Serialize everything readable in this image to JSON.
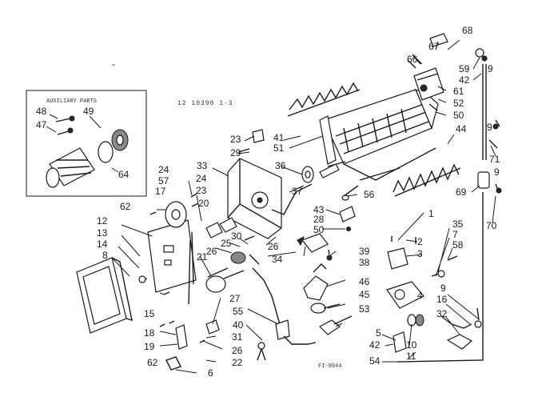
{
  "diagram": {
    "header_code": "12 10390 1-3",
    "inset_title": "AUXILIARY PARTS",
    "figure_code": "FI-9944",
    "stray_mark": "-",
    "callouts": [
      {
        "id": "c48",
        "text": "48"
      },
      {
        "id": "c49",
        "text": "49"
      },
      {
        "id": "c47",
        "text": "47"
      },
      {
        "id": "c64",
        "text": "64"
      },
      {
        "id": "c41",
        "text": "41"
      },
      {
        "id": "c51",
        "text": "51"
      },
      {
        "id": "c23a",
        "text": "23"
      },
      {
        "id": "c29",
        "text": "29"
      },
      {
        "id": "c33",
        "text": "33"
      },
      {
        "id": "c36",
        "text": "36"
      },
      {
        "id": "c24a",
        "text": "24"
      },
      {
        "id": "c57",
        "text": "57"
      },
      {
        "id": "c17",
        "text": "17"
      },
      {
        "id": "c24b",
        "text": "24"
      },
      {
        "id": "c23b",
        "text": "23"
      },
      {
        "id": "c20",
        "text": "20"
      },
      {
        "id": "c62a",
        "text": "62"
      },
      {
        "id": "c12",
        "text": "12"
      },
      {
        "id": "c13",
        "text": "13"
      },
      {
        "id": "c14",
        "text": "14"
      },
      {
        "id": "c8",
        "text": "8"
      },
      {
        "id": "c21",
        "text": "21"
      },
      {
        "id": "c26a",
        "text": "26"
      },
      {
        "id": "c25",
        "text": "25"
      },
      {
        "id": "c30",
        "text": "30"
      },
      {
        "id": "c26b",
        "text": "26"
      },
      {
        "id": "c37",
        "text": "37"
      },
      {
        "id": "c43",
        "text": "43"
      },
      {
        "id": "c28",
        "text": "28"
      },
      {
        "id": "c50a",
        "text": "50"
      },
      {
        "id": "c56",
        "text": "56"
      },
      {
        "id": "c39",
        "text": "39"
      },
      {
        "id": "c38",
        "text": "38"
      },
      {
        "id": "c34",
        "text": "34"
      },
      {
        "id": "c46",
        "text": "46"
      },
      {
        "id": "c45",
        "text": "45"
      },
      {
        "id": "c53",
        "text": "53"
      },
      {
        "id": "c15",
        "text": "15"
      },
      {
        "id": "c18",
        "text": "18"
      },
      {
        "id": "c19",
        "text": "19"
      },
      {
        "id": "c27",
        "text": "27"
      },
      {
        "id": "c55",
        "text": "55"
      },
      {
        "id": "c40",
        "text": "40"
      },
      {
        "id": "c31",
        "text": "31"
      },
      {
        "id": "c26c",
        "text": "26"
      },
      {
        "id": "c22",
        "text": "22"
      },
      {
        "id": "c62b",
        "text": "62"
      },
      {
        "id": "c6",
        "text": "6"
      },
      {
        "id": "c67",
        "text": "67"
      },
      {
        "id": "c68",
        "text": "68"
      },
      {
        "id": "c66",
        "text": "66"
      },
      {
        "id": "c59",
        "text": "59"
      },
      {
        "id": "c9a",
        "text": "9"
      },
      {
        "id": "c42a",
        "text": "42"
      },
      {
        "id": "c61",
        "text": "61"
      },
      {
        "id": "c52",
        "text": "52"
      },
      {
        "id": "c50b",
        "text": "50"
      },
      {
        "id": "c44",
        "text": "44"
      },
      {
        "id": "c9b",
        "text": "9"
      },
      {
        "id": "c71",
        "text": "71"
      },
      {
        "id": "c9c",
        "text": "9"
      },
      {
        "id": "c69",
        "text": "69"
      },
      {
        "id": "c70",
        "text": "70"
      },
      {
        "id": "c1",
        "text": "1"
      },
      {
        "id": "c2",
        "text": "2"
      },
      {
        "id": "c3",
        "text": "3"
      },
      {
        "id": "c4",
        "text": "4"
      },
      {
        "id": "c35",
        "text": "35"
      },
      {
        "id": "c7",
        "text": "7"
      },
      {
        "id": "c58",
        "text": "58"
      },
      {
        "id": "c9d",
        "text": "9"
      },
      {
        "id": "c16",
        "text": "16"
      },
      {
        "id": "c32",
        "text": "32"
      },
      {
        "id": "c5",
        "text": "5"
      },
      {
        "id": "c42b",
        "text": "42"
      },
      {
        "id": "c10",
        "text": "10"
      },
      {
        "id": "c11",
        "text": "11"
      },
      {
        "id": "c54",
        "text": "54"
      }
    ]
  }
}
